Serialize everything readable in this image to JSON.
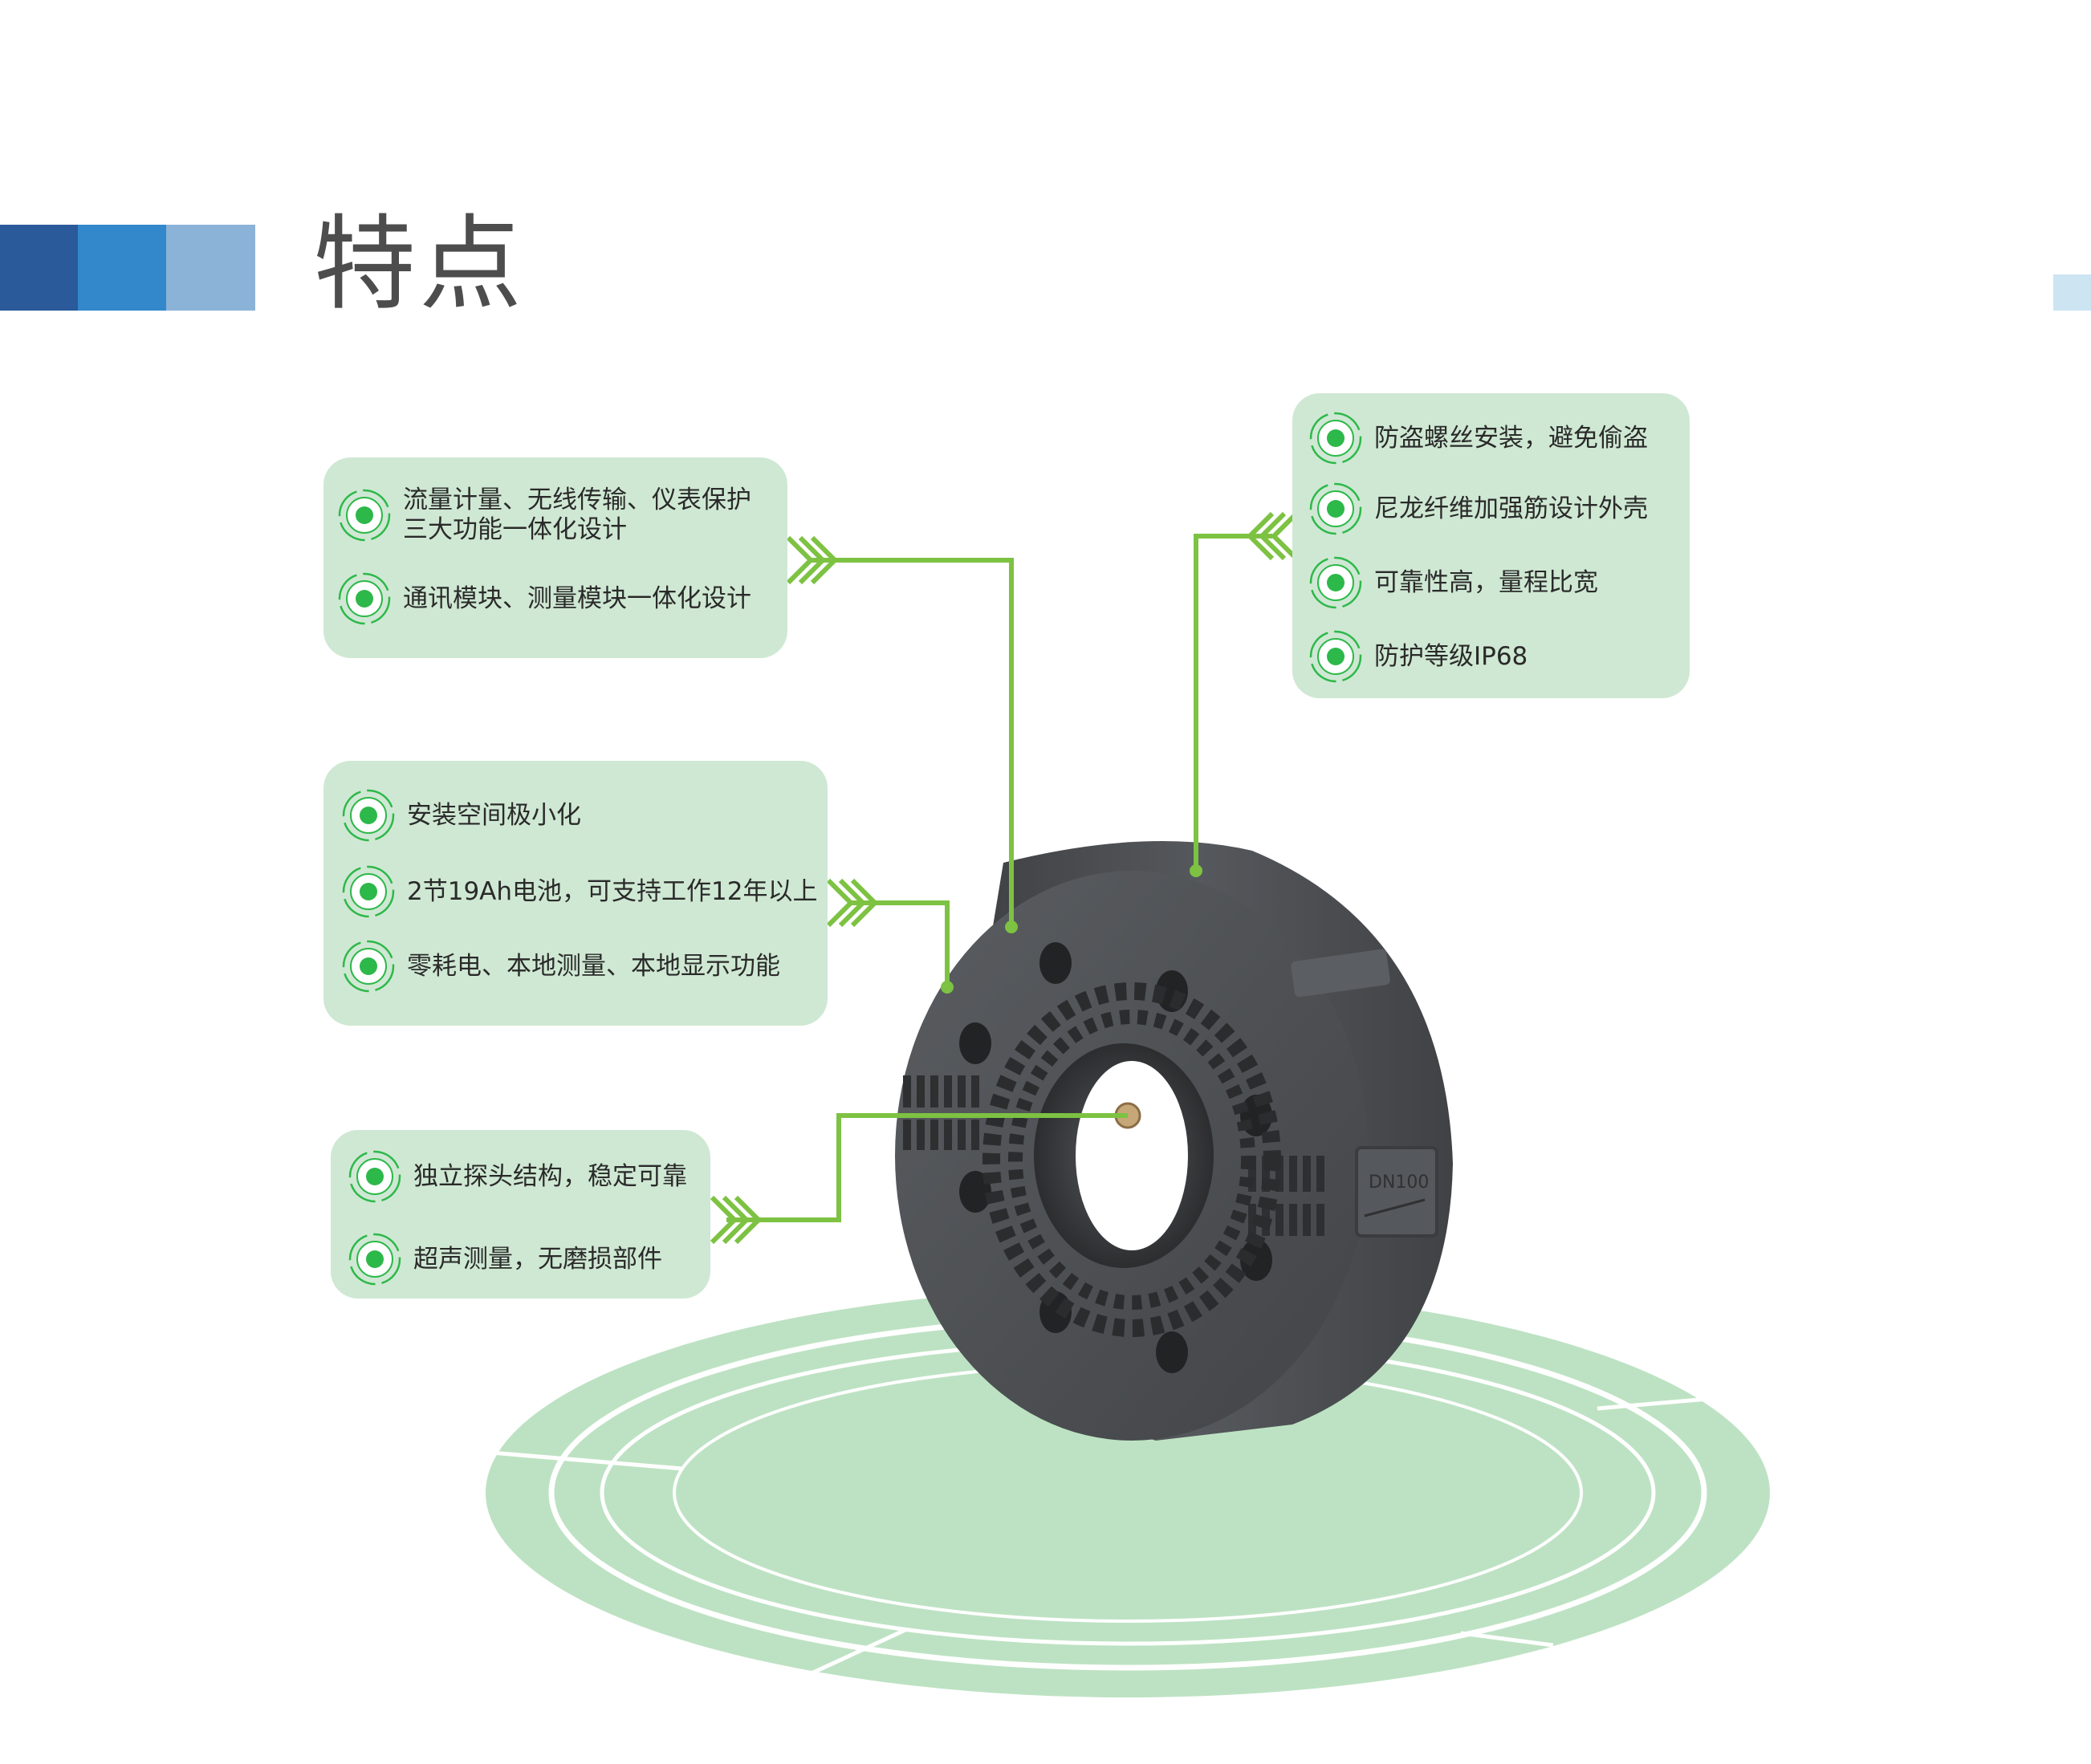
{
  "page": {
    "title": "特点",
    "colors": {
      "block_dark": "#2a5a9a",
      "block_mid": "#3388cc",
      "block_light": "#8bb3d8",
      "block_pale": "#cde4f3",
      "panel_bg": "#cfe8d3",
      "connector": "#7dc242",
      "bullet_green": "#2db84a",
      "ring_green": "#bde2c3",
      "device_body": "#4b4d50"
    }
  },
  "panels": {
    "top_left": {
      "items": [
        {
          "lines": [
            "流量计量、无线传输、仪表保护",
            "三大功能一体化设计"
          ],
          "icon": "target-bullet-icon"
        },
        {
          "lines": [
            "通讯模块、测量模块一体化设计"
          ],
          "icon": "target-bullet-icon"
        }
      ]
    },
    "mid_left": {
      "items": [
        {
          "lines": [
            "安装空间极小化"
          ],
          "icon": "target-bullet-icon"
        },
        {
          "lines": [
            "2节19Ah电池，可支持工作12年以上"
          ],
          "icon": "target-bullet-icon"
        },
        {
          "lines": [
            "零耗电、本地测量、本地显示功能"
          ],
          "icon": "target-bullet-icon"
        }
      ]
    },
    "bottom_left": {
      "items": [
        {
          "lines": [
            "独立探头结构，稳定可靠"
          ],
          "icon": "target-bullet-icon"
        },
        {
          "lines": [
            "超声测量，无磨损部件"
          ],
          "icon": "target-bullet-icon"
        }
      ]
    },
    "top_right": {
      "items": [
        {
          "lines": [
            "防盗螺丝安装，避免偷盗"
          ],
          "icon": "target-bullet-icon"
        },
        {
          "lines": [
            "尼龙纤维加强筋设计外壳"
          ],
          "icon": "target-bullet-icon"
        },
        {
          "lines": [
            "可靠性高，量程比宽"
          ],
          "icon": "target-bullet-icon"
        },
        {
          "lines": [
            "防护等级IP68"
          ],
          "icon": "target-bullet-icon"
        }
      ]
    }
  },
  "device": {
    "label": "DN100"
  }
}
